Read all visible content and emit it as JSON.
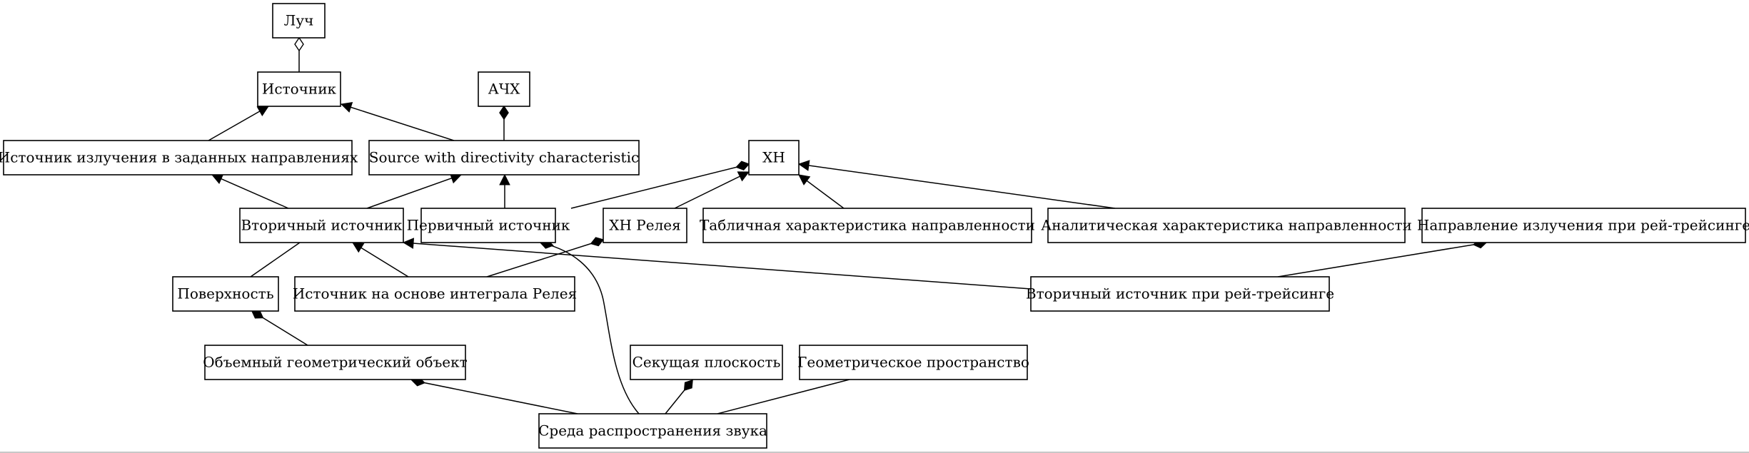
{
  "nodes": {
    "luch": "Луч",
    "istochnik": "Источник",
    "achh": "АЧХ",
    "ist_izl": "Источник излучения в заданных направлениях",
    "source_dir": "Source with directivity characteristic",
    "xh": "ХН",
    "vtor": "Вторичный источник",
    "perv": "Первичный источник",
    "xh_rel": "ХН Релея",
    "tabl": "Табличная характеристика направленности",
    "analit": "Аналитическая характеристика направленности",
    "napr": "Направление излучения при рей-трейсинге",
    "poverh": "Поверхность",
    "ist_rel": "Источник на основе интеграла Релея",
    "vtor_ray": "Вторичный источник при рей-трейсинге",
    "obem": "Объемный геометрический объект",
    "sek": "Секущая плоскость",
    "geom": "Геометрическое пространство",
    "sreda": "Среда распространения звука"
  },
  "edges": [
    {
      "from": "luch",
      "to": "istochnik",
      "kind": "aggregation"
    },
    {
      "from": "achh",
      "to": "source_dir",
      "kind": "composition"
    },
    {
      "from": "ist_izl",
      "to": "istochnik",
      "kind": "inheritance"
    },
    {
      "from": "source_dir",
      "to": "istochnik",
      "kind": "inheritance"
    },
    {
      "from": "vtor",
      "to": "ist_izl",
      "kind": "inheritance"
    },
    {
      "from": "vtor",
      "to": "source_dir",
      "kind": "inheritance"
    },
    {
      "from": "perv",
      "to": "source_dir",
      "kind": "inheritance"
    },
    {
      "from": "perv",
      "to": "xh",
      "kind": "composition"
    },
    {
      "from": "xh_rel",
      "to": "xh",
      "kind": "inheritance"
    },
    {
      "from": "tabl",
      "to": "xh",
      "kind": "inheritance"
    },
    {
      "from": "analit",
      "to": "xh",
      "kind": "inheritance"
    },
    {
      "from": "vtor",
      "to": "poverh",
      "kind": "association"
    },
    {
      "from": "ist_rel",
      "to": "vtor",
      "kind": "inheritance"
    },
    {
      "from": "ist_rel",
      "to": "xh_rel",
      "kind": "composition"
    },
    {
      "from": "vtor_ray",
      "to": "vtor",
      "kind": "inheritance"
    },
    {
      "from": "vtor_ray",
      "to": "napr",
      "kind": "composition"
    },
    {
      "from": "obem",
      "to": "poverh",
      "kind": "composition"
    },
    {
      "from": "sreda",
      "to": "obem",
      "kind": "composition"
    },
    {
      "from": "sreda",
      "to": "perv",
      "kind": "composition"
    },
    {
      "from": "sreda",
      "to": "sek",
      "kind": "composition"
    },
    {
      "from": "sreda",
      "to": "geom",
      "kind": "association"
    }
  ]
}
